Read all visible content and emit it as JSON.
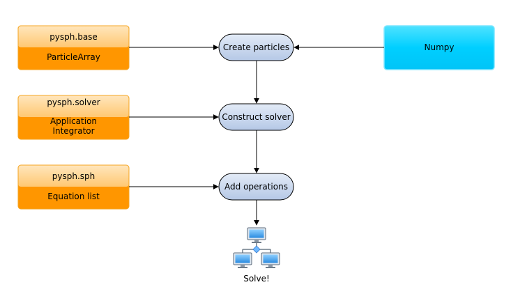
{
  "modules": [
    {
      "header": "pysph.base",
      "body_lines": [
        "ParticleArray"
      ]
    },
    {
      "header": "pysph.solver",
      "body_lines": [
        "Application",
        "Integrator"
      ]
    },
    {
      "header": "pysph.sph",
      "body_lines": [
        "Equation list"
      ]
    }
  ],
  "numpy": {
    "label": "Numpy"
  },
  "steps": [
    {
      "label": "Create particles"
    },
    {
      "label": "Construct solver"
    },
    {
      "label": "Add operations"
    }
  ],
  "final": {
    "label": "Solve!",
    "icon": "network-computers-icon"
  },
  "colors": {
    "module_header": "#ffd79a",
    "module_body": "#ff9900",
    "module_border": "#f5a623",
    "numpy_fill": "#00cfff",
    "numpy_border": "#55ddff",
    "step_fill": "#cfdcf0",
    "arrow": "#000000"
  }
}
